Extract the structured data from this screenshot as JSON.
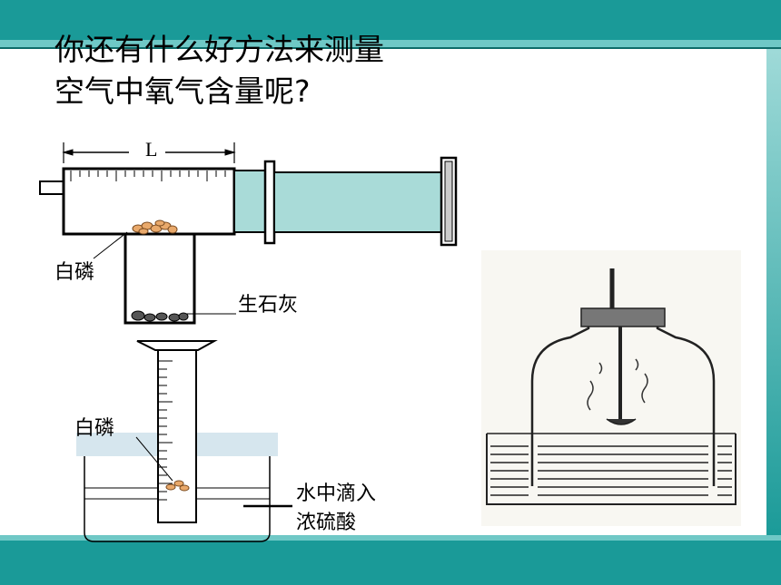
{
  "title_line1": "你还有什么好方法来测量",
  "title_line2": "空气中氧气含量呢?",
  "syringe": {
    "length_label": "L",
    "phosphorus_label": "白磷",
    "lime_label": "生石灰"
  },
  "tube": {
    "phosphorus_label": "白磷",
    "water_label_line1": "水中滴入",
    "water_label_line2": "浓硫酸"
  },
  "colors": {
    "teal": "#1a9a98",
    "light_teal": "#6fc8c6",
    "syringe_fill": "#a9dbd8",
    "water_band": "#d6e6ee"
  }
}
